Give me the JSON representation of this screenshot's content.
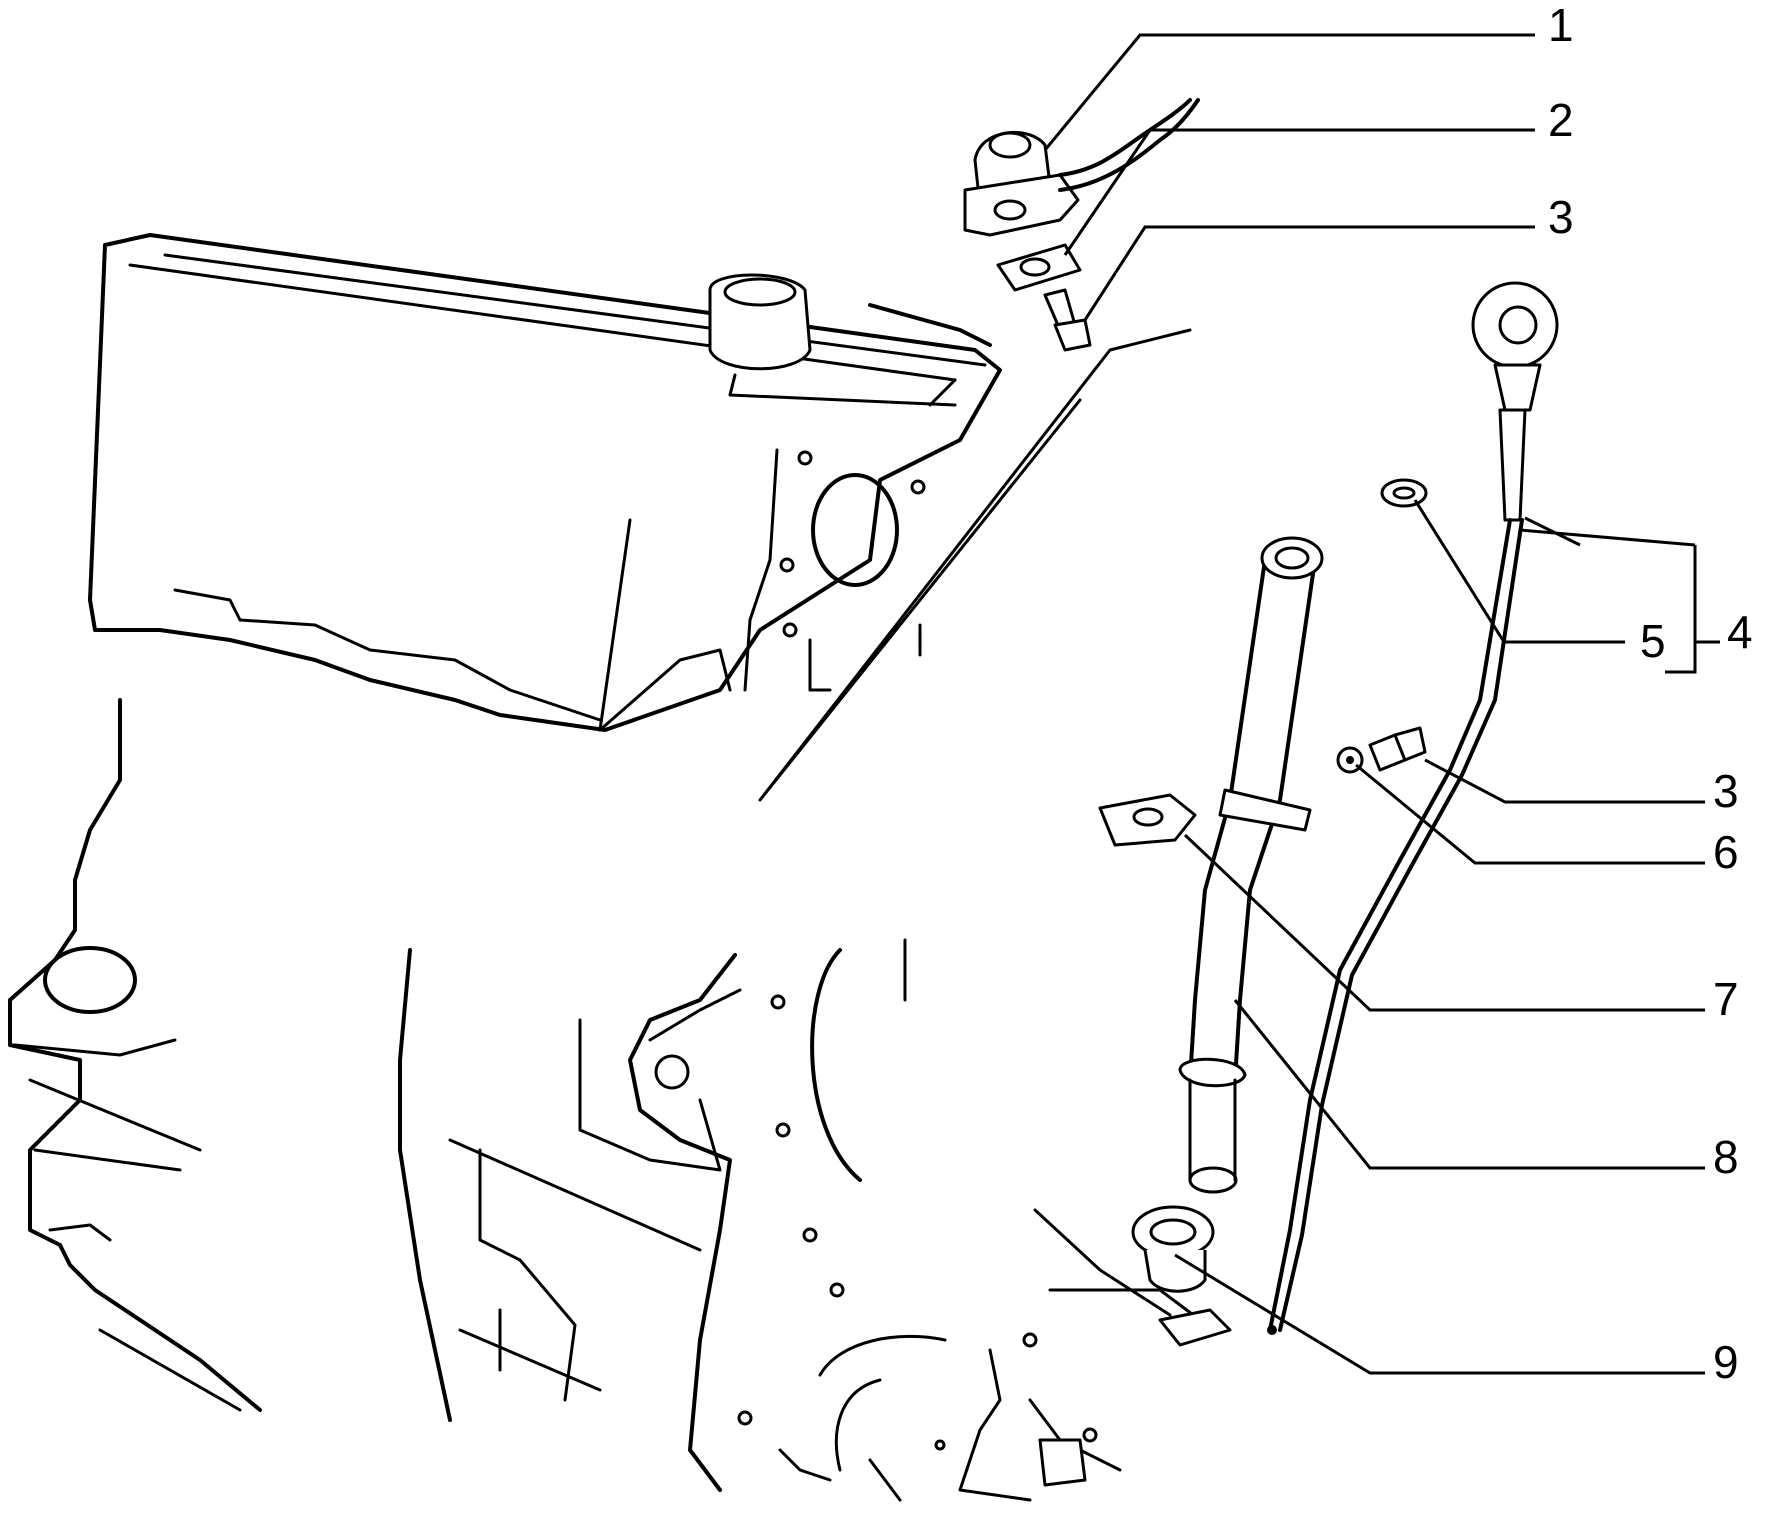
{
  "diagram": {
    "callouts": [
      {
        "id": "1",
        "label": "1"
      },
      {
        "id": "2",
        "label": "2"
      },
      {
        "id": "3a",
        "label": "3"
      },
      {
        "id": "4",
        "label": "4"
      },
      {
        "id": "5",
        "label": "5"
      },
      {
        "id": "3b",
        "label": "3"
      },
      {
        "id": "6",
        "label": "6"
      },
      {
        "id": "7",
        "label": "7"
      },
      {
        "id": "8",
        "label": "8"
      },
      {
        "id": "9",
        "label": "9"
      }
    ],
    "colors": {
      "ink": "#000000",
      "paper": "#ffffff"
    }
  }
}
